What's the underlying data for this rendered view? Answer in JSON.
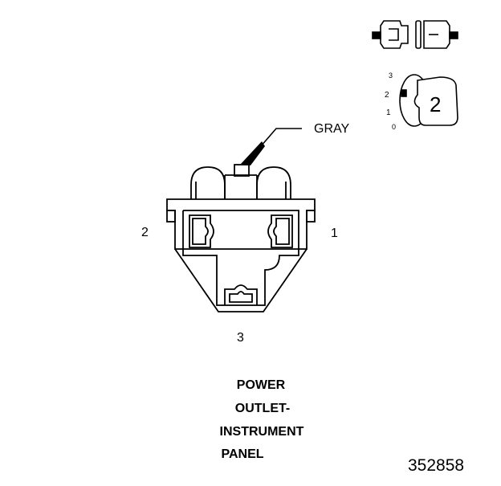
{
  "connector": {
    "wire_color_label": "GRAY",
    "terminals": {
      "t1": "1",
      "t2": "2",
      "t3": "3"
    }
  },
  "inset": {
    "position_labels": [
      "3",
      "2",
      "1",
      "0"
    ],
    "selected_position": "2"
  },
  "title_lines": [
    "POWER",
    "OUTLET-",
    "INSTRUMENT",
    "PANEL"
  ],
  "figure_number": "352858"
}
